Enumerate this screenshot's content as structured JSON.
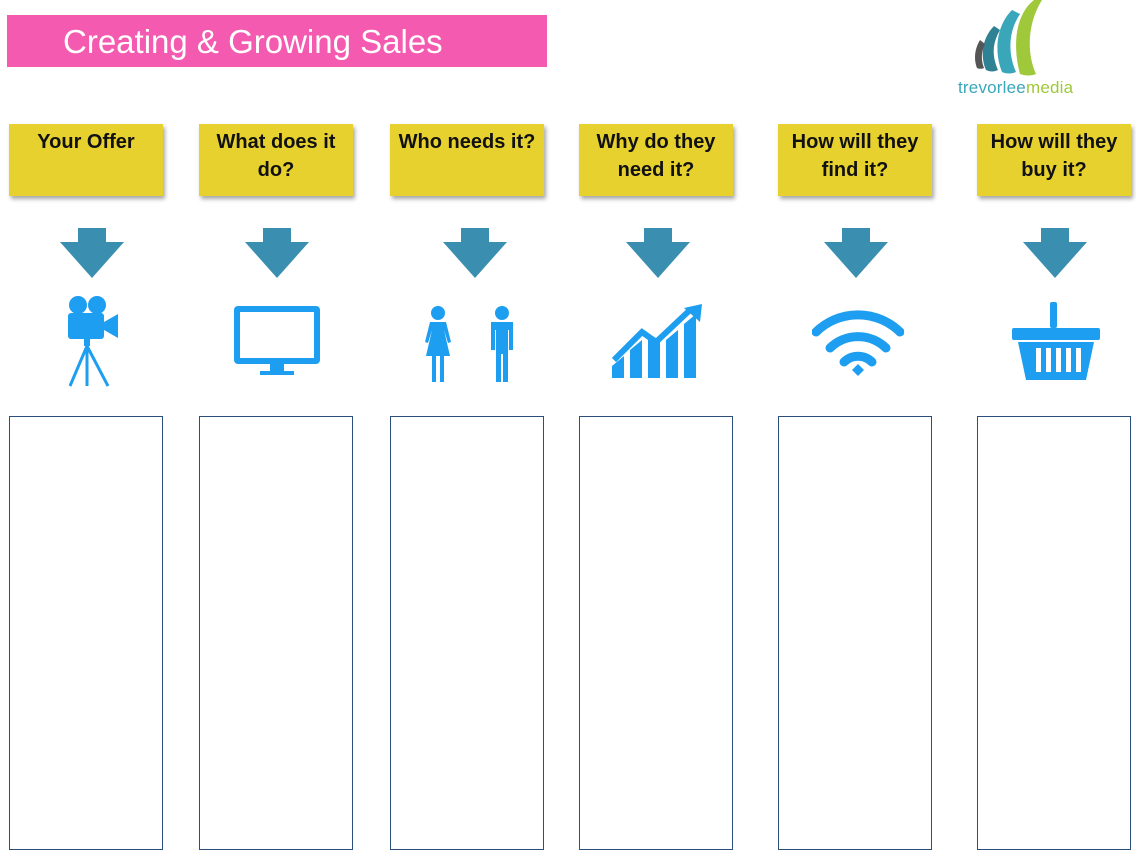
{
  "title": "Creating & Growing Sales",
  "logo": {
    "text_part1": "trevorlee",
    "text_part2": "media"
  },
  "colors": {
    "banner": "#f45aaf",
    "note": "#e7d12f",
    "arrow": "#3a8fb0",
    "icon": "#1e9ef0",
    "box_border": "#2c4e7a"
  },
  "columns": [
    {
      "heading": "Your Offer",
      "icon": "movie-camera-icon"
    },
    {
      "heading": "What does it do?",
      "icon": "monitor-icon"
    },
    {
      "heading": "Who needs it?",
      "icon": "people-icon"
    },
    {
      "heading": "Why do they need it?",
      "icon": "growth-chart-icon"
    },
    {
      "heading": "How will they find it?",
      "icon": "wifi-icon"
    },
    {
      "heading": "How will they buy it?",
      "icon": "shopping-basket-icon"
    }
  ]
}
